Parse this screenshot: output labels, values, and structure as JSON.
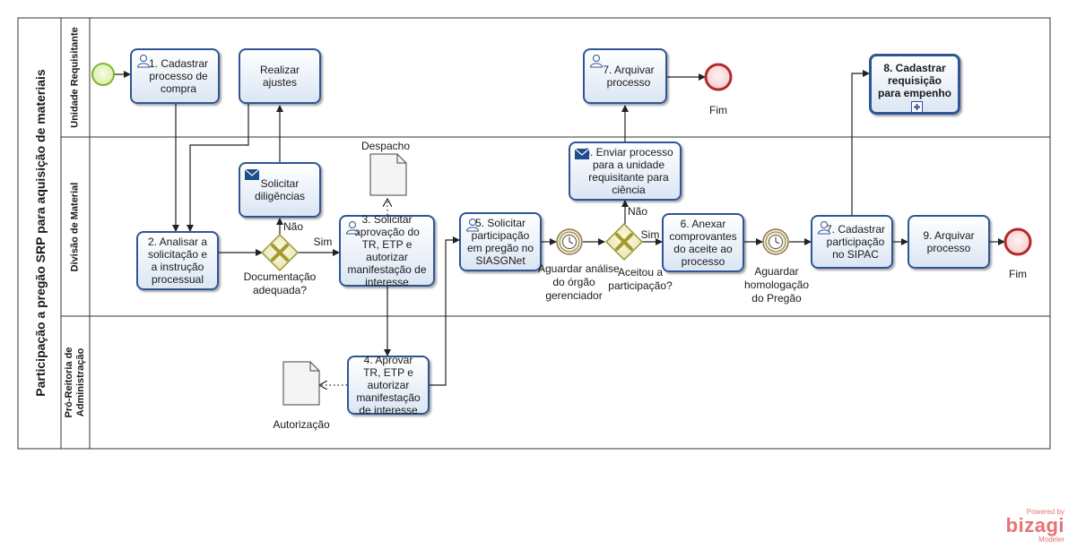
{
  "pool": {
    "title": "Participação a pregão SRP para aquisição de materiais"
  },
  "lanes": {
    "unidade": "Unidade Requisitante",
    "divisao": "Divisão de Material",
    "proreitoria_1": "Pró-Reitoria de",
    "proreitoria_2": "Administração"
  },
  "tasks": {
    "t1": "1. Cadastrar processo de compra",
    "ajustes": "Realizar ajustes",
    "t7a": "7. Arquivar processo",
    "t8": "8. Cadastrar requisição para empenho",
    "t2": "2. Analisar a solicitação e a instrução processual",
    "diligencias": "Solicitar diligências",
    "t3": "3. Solicitar aprovação do TR, ETP e autorizar manifestação de interesse",
    "t5": "5. Solicitar participação em pregão no SIASGNet",
    "t6": "6. Enviar processo para a unidade requisitante para ciência",
    "t6b": "6. Anexar comprovantes do aceite ao processo",
    "t7b": "7. Cadastrar participação no SIPAC",
    "t9": "9. Arquivar processo",
    "t4": "4. Aprovar TR, ETP e autorizar manifestação de interesse"
  },
  "labels": {
    "fim_1": "Fim",
    "fim_2": "Fim",
    "despacho": "Despacho",
    "autorizacao": "Autorização",
    "doc_adequada_1": "Documentação",
    "doc_adequada_2": "adequada?",
    "nao_1": "Não",
    "sim_1": "Sim",
    "nao_2": "Não",
    "sim_2": "Sim",
    "aguardar_analise_1": "Aguardar análise",
    "aguardar_analise_2": "do órgão",
    "aguardar_analise_3": "gerenciador",
    "aceitou_1": "Aceitou a",
    "aceitou_2": "participação?",
    "aguardar_homolog_1": "Aguardar",
    "aguardar_homolog_2": "homologação",
    "aguardar_homolog_3": "do Pregão"
  },
  "brand": {
    "powered": "Powered by",
    "name": "bizagi",
    "product": "Modeler"
  },
  "colors": {
    "task_border": "#2f5597",
    "start": "#8dc63f",
    "end": "#c0392b",
    "gateway": "#c9c27a",
    "line": "#222222",
    "brand": "#e57373"
  }
}
